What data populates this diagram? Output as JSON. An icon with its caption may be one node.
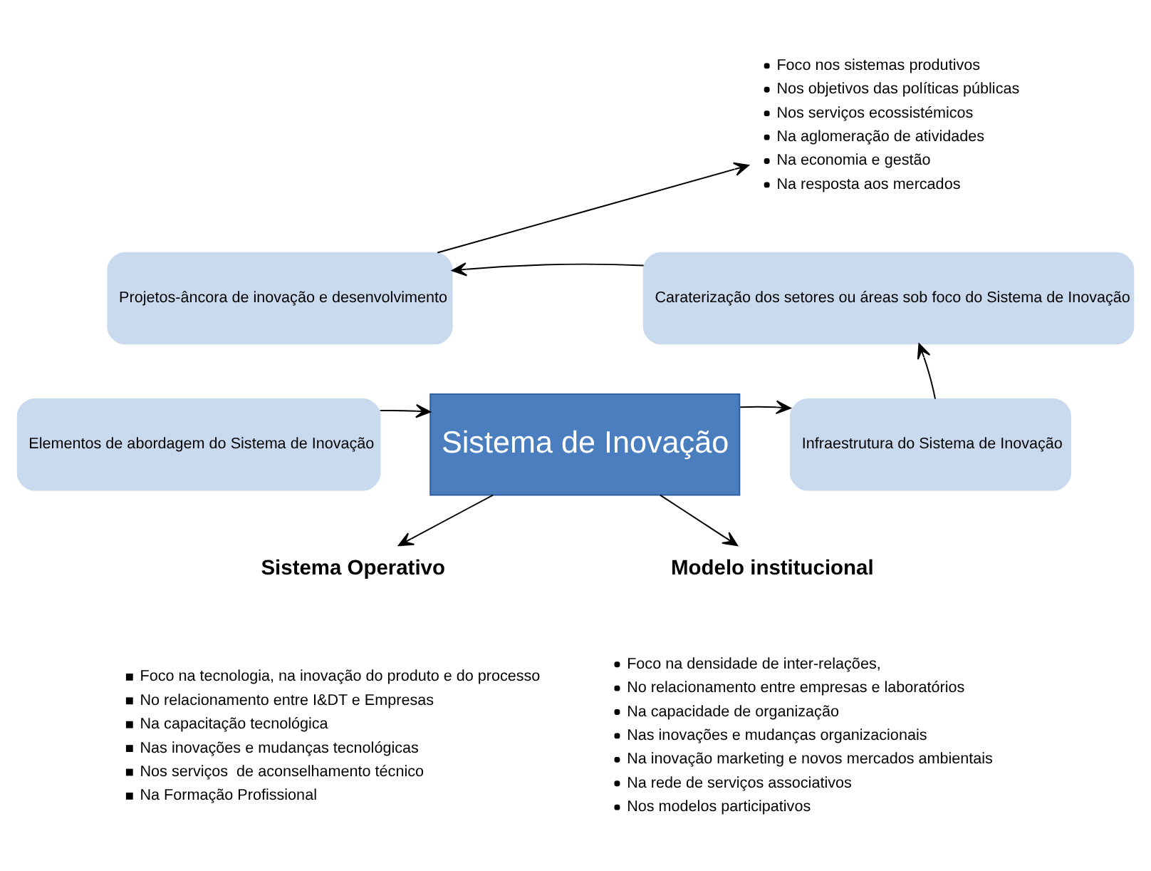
{
  "diagram": {
    "nodes": [
      {
        "text": [
          "Projetos-âncora de inovação e desenvolvimento"
        ]
      },
      {
        "text": [
          "Caraterização dos setores ou áreas sob foco do Sistema de Inovação"
        ]
      },
      {
        "text": [
          "Elementos de abordagem do Sistema de Inovação"
        ]
      },
      {
        "text": [
          "Sistema de Inovação"
        ]
      },
      {
        "text": [
          "Infraestrutura do Sistema de Inovação"
        ]
      },
      {
        "text": [
          "Foco nos sistemas produtivos",
          "Nos objetivos das políticas públicas",
          "Nos serviços ecossistémicos",
          "Na aglomeração de atividades",
          "Na economia e gestão",
          "Na resposta aos mercados"
        ]
      },
      {
        "text": [
          "Sistema Operativo"
        ]
      },
      {
        "text": [
          "Modelo institucional"
        ]
      }
    ],
    "edges": [
      {
        "from": 2,
        "to": 3,
        "arrow": "to"
      },
      {
        "from": 3,
        "to": 4,
        "arrow": "to"
      },
      {
        "from": 4,
        "to": 1,
        "arrow": "to"
      },
      {
        "from": 1,
        "to": 0,
        "arrow": "to"
      },
      {
        "from": 0,
        "to": 5,
        "arrow": "to"
      },
      {
        "from": 3,
        "to": 6,
        "arrow": "to"
      },
      {
        "from": 3,
        "to": 7,
        "arrow": "to"
      }
    ],
    "labels": [
      "Foco na tecnologia, na inovação do produto e do processo",
      "No relacionamento entre I&DT e Empresas",
      "Na capacitação tecnológica",
      "Nas inovações e mudanças tecnológicas",
      "Nos serviços  de aconselhamento técnico",
      "Na Formação Profissional",
      "Foco na densidade de inter-relações,",
      "No relacionamento entre empresas e laboratórios",
      "Na capacidade de organização",
      "Nas inovações e mudanças organizacionais",
      "Na inovação marketing e novos mercados ambientais",
      "Na rede de serviços associativos",
      "Nos modelos participativos"
    ]
  }
}
